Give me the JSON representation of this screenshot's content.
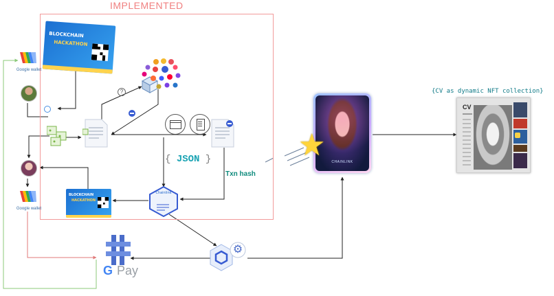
{
  "frame": {
    "title": "IMPLEMENTED"
  },
  "labels": {
    "json": "JSON",
    "json_open": "{",
    "json_close": "}",
    "txn_hash": "Txn hash",
    "cv_collection": "{CV as dynamic NFT collection}"
  },
  "google_wallet": {
    "label": "Google wallet"
  },
  "posters": {
    "top_line1": "BLOCKCHAIN",
    "top_line2": "HACKATHON",
    "bottom_line1": "BLOCKCHAIN",
    "bottom_line2": "HACKATHON"
  },
  "chainlink": {
    "label": "Chainlink"
  },
  "nft_card": {
    "caption": "CHAINLINK"
  },
  "cv_card": {
    "title": "CV"
  },
  "gpay": {
    "g": "G",
    "pay": "Pay"
  },
  "colors": {
    "frame": "#f29a9a",
    "teal": "#1aa3b3",
    "chainlink_blue": "#375bd2",
    "green_line": "#8bc97a",
    "red_line": "#e07a7a"
  },
  "icons": [
    "google-wallet-icon",
    "user-avatar-icon",
    "woman-avatar-icon",
    "contract-document-icon",
    "chainlink-hexagon-icon",
    "gear-icon",
    "star-icon",
    "question-icon",
    "crypto-logos-icon",
    "browser-window-icon",
    "document-list-icon",
    "grid-stack-icon",
    "pay-sign-icon"
  ]
}
